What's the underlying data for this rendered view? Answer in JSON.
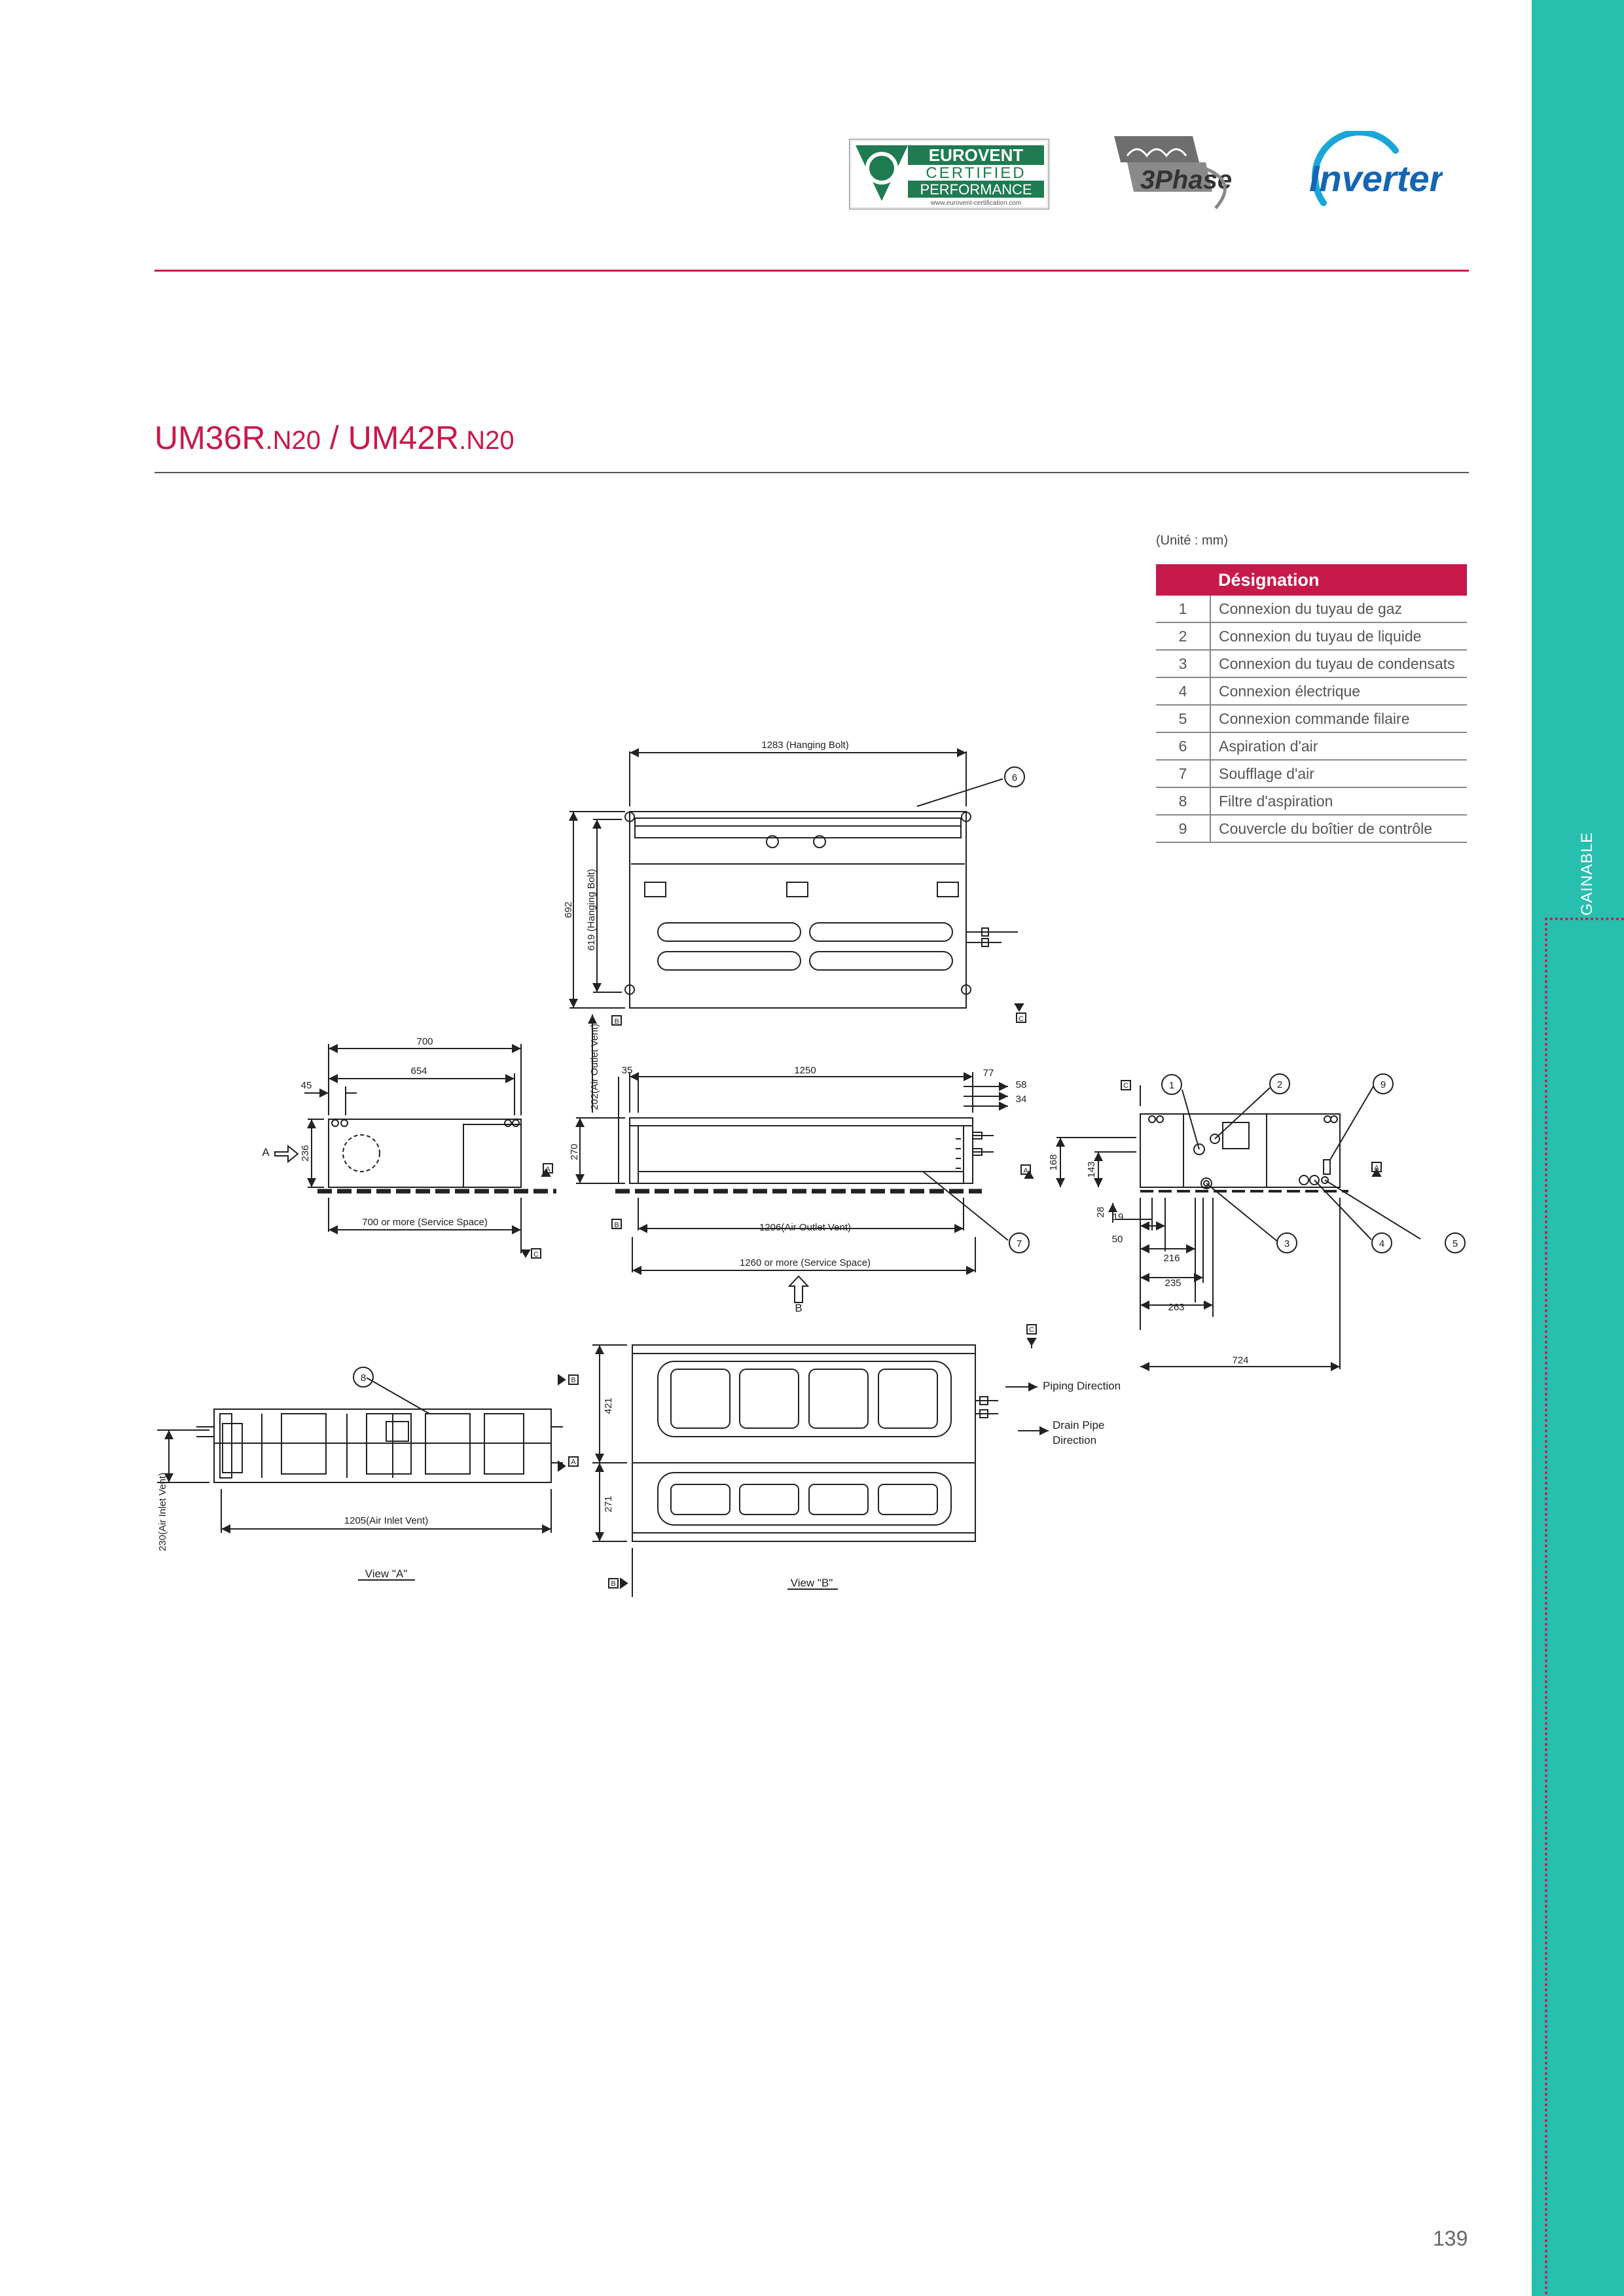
{
  "header": {
    "logos": [
      {
        "name": "eurovent",
        "line1": "EUROVENT",
        "line2": "CERTIFIED",
        "line3": "PERFORMANCE",
        "url": "www.eurovent-certification.com"
      },
      {
        "name": "3phase",
        "text": "3Phase"
      },
      {
        "name": "inverter",
        "text": "Inverter"
      }
    ]
  },
  "title": {
    "part1": "UM36R",
    "part1_suffix": ".N20",
    "separator": " / ",
    "part2": "UM42R",
    "part2_suffix": ".N20"
  },
  "unit_note": "(Unité : mm)",
  "legend": {
    "header": "Désignation",
    "rows": [
      {
        "num": "1",
        "label": "Connexion du tuyau de gaz"
      },
      {
        "num": "2",
        "label": "Connexion du tuyau de liquide"
      },
      {
        "num": "3",
        "label": "Connexion du tuyau de condensats"
      },
      {
        "num": "4",
        "label": "Connexion électrique"
      },
      {
        "num": "5",
        "label": "Connexion commande filaire"
      },
      {
        "num": "6",
        "label": "Aspiration d'air"
      },
      {
        "num": "7",
        "label": "Soufflage d'air"
      },
      {
        "num": "8",
        "label": "Filtre d'aspiration"
      },
      {
        "num": "9",
        "label": "Couvercle du boîtier de contrôle"
      }
    ]
  },
  "drawing": {
    "top_view": {
      "hanging_bolt_width": "1283 (Hanging Bolt)",
      "depth": "692",
      "hanging_bolt_depth": "619 (Hanging Bolt)",
      "callout": "6"
    },
    "front_view": {
      "outlet_height": "202(Air Outlet Vent)",
      "height": "270",
      "left_offset": "35",
      "width": "1250",
      "dim_77": "77",
      "dim_58": "58",
      "dim_34": "34",
      "outlet_width": "1206(Air Outlet Vent)",
      "service_space": "1260 or more (Service Space)",
      "arrow_label": "B",
      "callout": "7"
    },
    "side_view": {
      "total": "700",
      "inner": "654",
      "offset": "45",
      "height": "236",
      "arrow_label": "A",
      "service_space": "700 or more (Service Space)"
    },
    "right_view": {
      "dim_168": "168",
      "dim_143": "143",
      "dim_28": "28",
      "dim_19": "19",
      "dim_50": "50",
      "dim_216": "216",
      "dim_235": "235",
      "dim_263": "263",
      "dim_724": "724",
      "callouts": [
        "1",
        "2",
        "3",
        "4",
        "5",
        "9"
      ]
    },
    "view_a": {
      "inlet_height": "230(Air Inlet Vent)",
      "inlet_width": "1205(Air Inlet Vent)",
      "callout": "8",
      "caption": "View \"A\""
    },
    "view_b": {
      "dim_421": "421",
      "dim_271": "271",
      "piping": "Piping Direction",
      "drain_line1": "Drain Pipe",
      "drain_line2": "Direction",
      "caption": "View \"B\""
    },
    "refs": {
      "a": "A",
      "b": "B",
      "c": "C"
    }
  },
  "page_number": "139",
  "sidebar": {
    "label": "GAINABLE"
  },
  "colors": {
    "accent": "#c8194b",
    "sidebar": "#27bfae"
  }
}
